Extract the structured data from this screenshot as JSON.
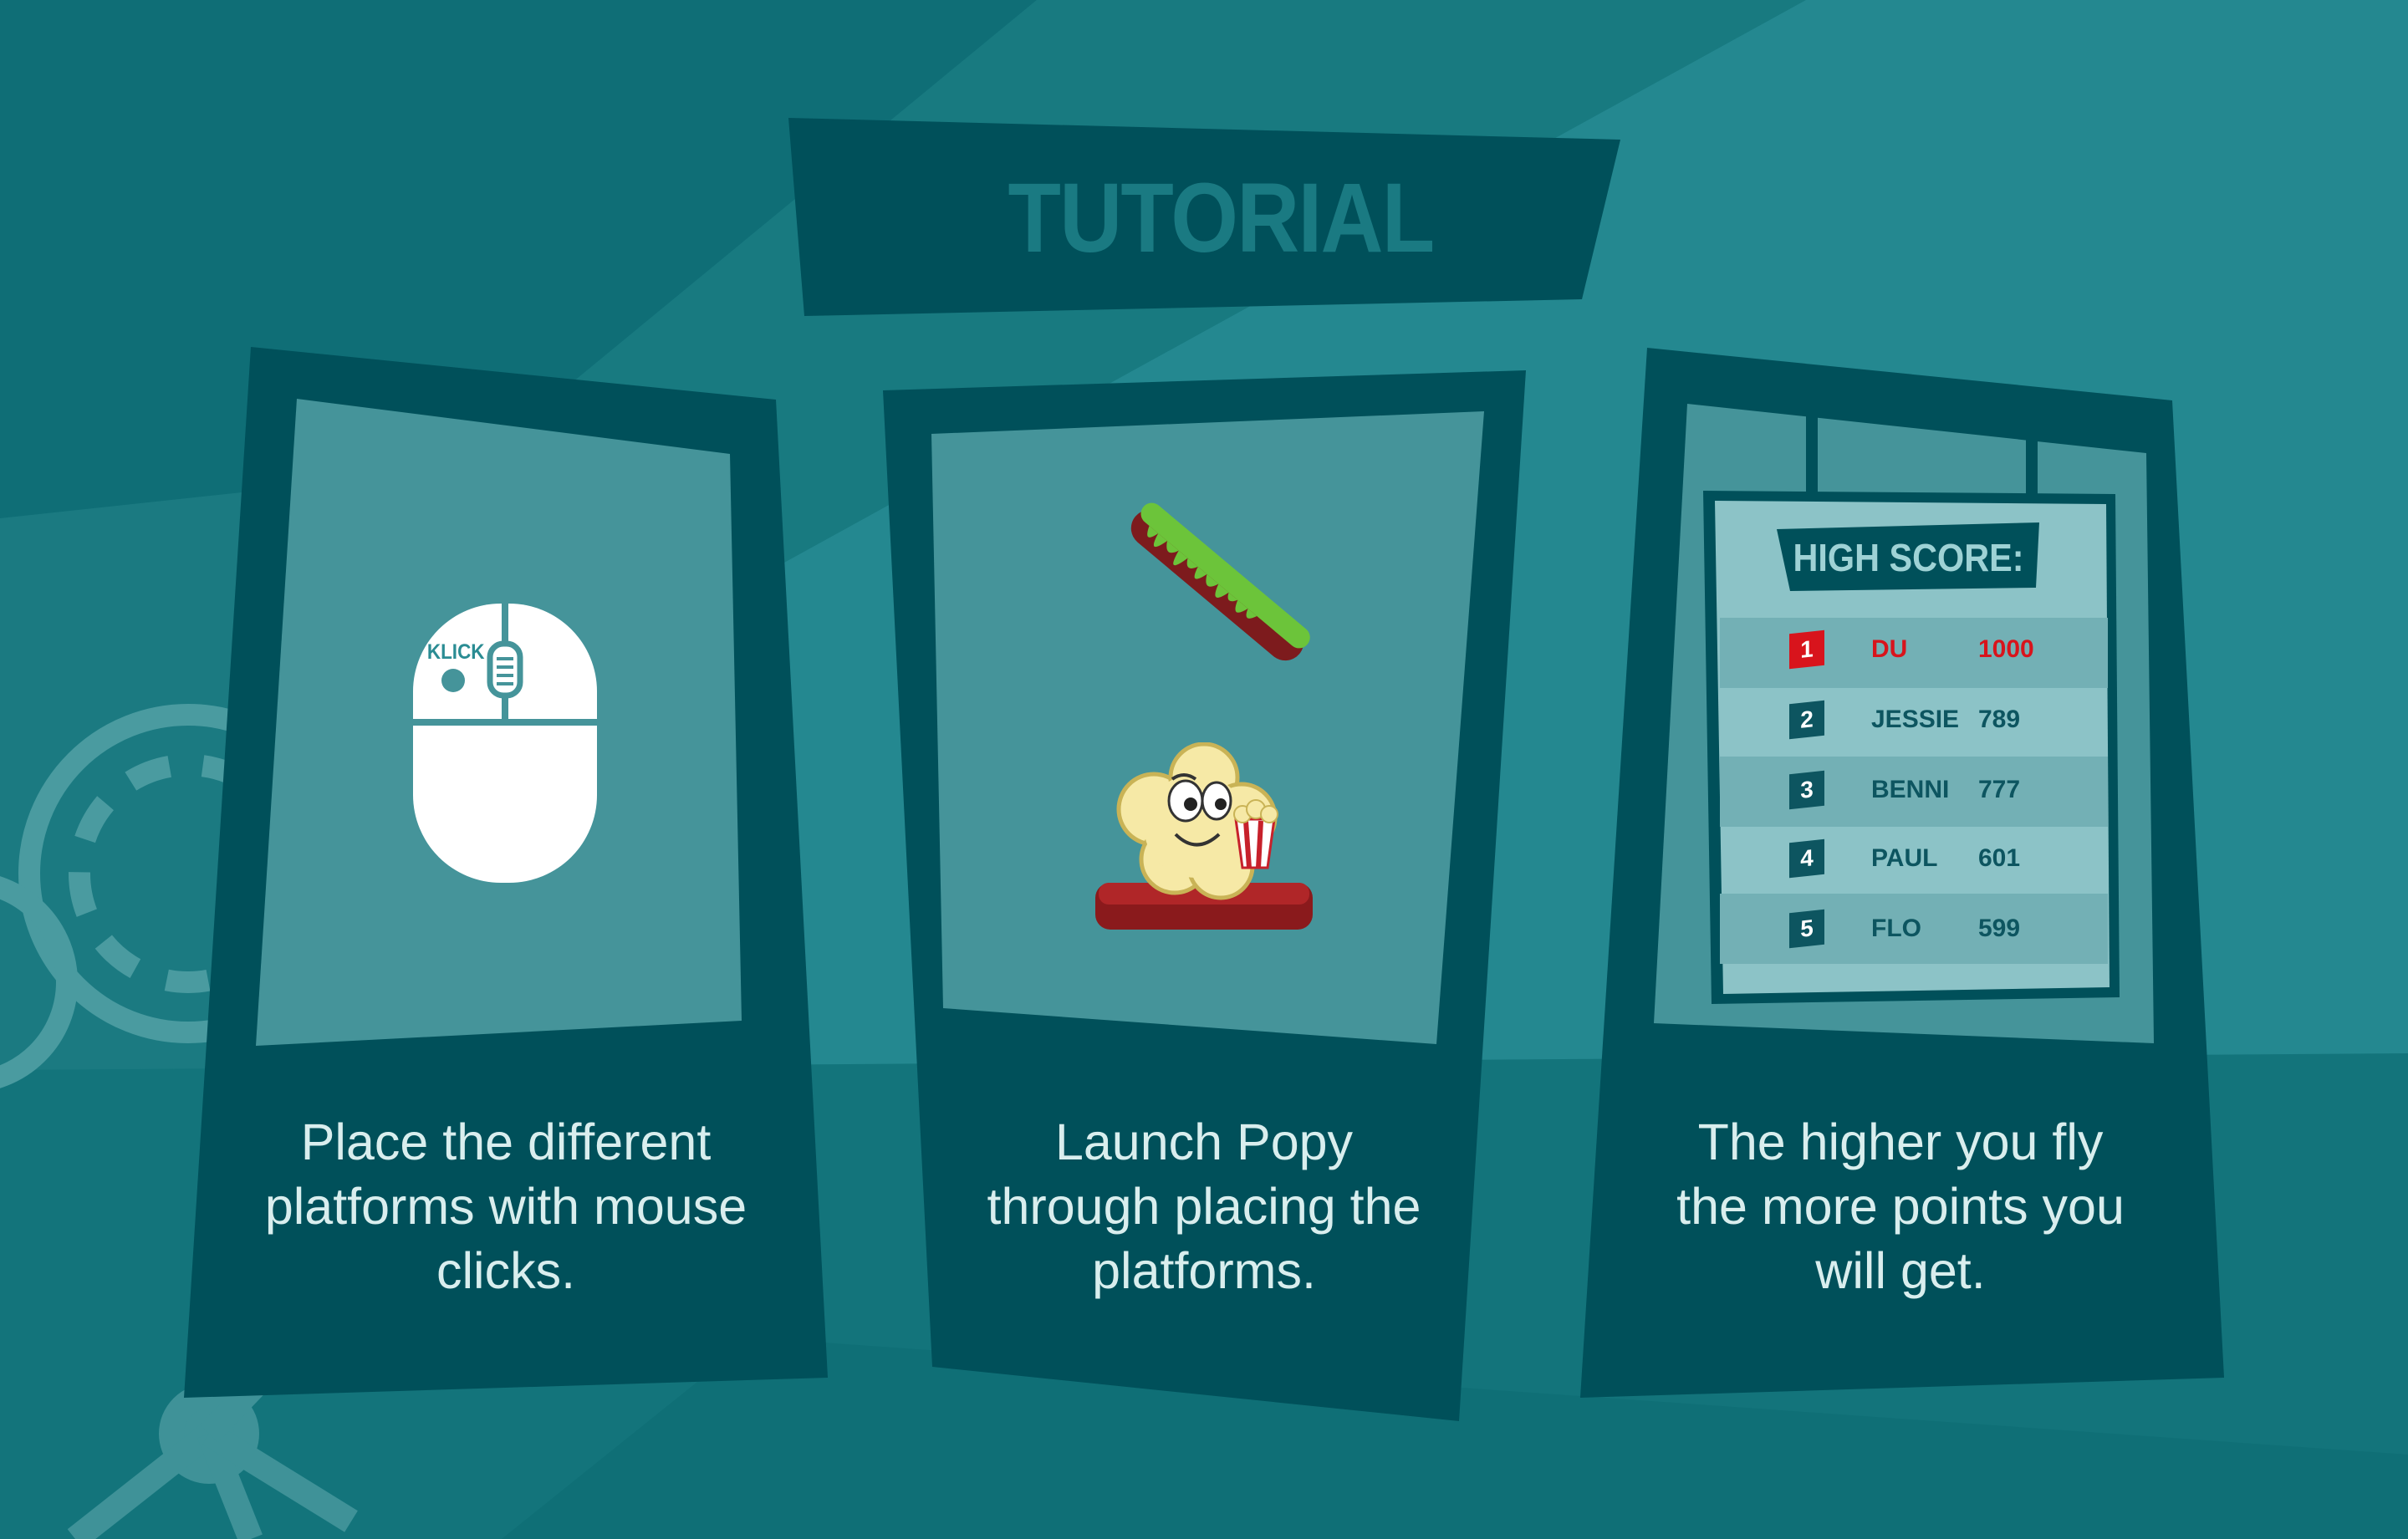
{
  "screen": {
    "title": "TUTORIAL"
  },
  "cards": [
    {
      "icon": "mouse-icon",
      "icon_label": "KLICK",
      "lines": [
        "Place the different",
        "platforms with mouse",
        "clicks."
      ]
    },
    {
      "icon": "popy-character",
      "lines": [
        "Launch Popy",
        "through placing the",
        "platforms."
      ]
    },
    {
      "icon": "high-score-board",
      "lines": [
        "The higher you fly",
        "the more points you",
        "will get."
      ]
    }
  ],
  "high_score": {
    "title": "HIGH SCORE:",
    "rows": [
      {
        "rank": "1",
        "name": "DU",
        "score": "1000"
      },
      {
        "rank": "2",
        "name": "JESSIE",
        "score": "789"
      },
      {
        "rank": "3",
        "name": "BENNI",
        "score": "777"
      },
      {
        "rank": "4",
        "name": "PAUL",
        "score": "601"
      },
      {
        "rank": "5",
        "name": "FLO",
        "score": "599"
      }
    ]
  },
  "colors": {
    "background": "#1a7b82",
    "panel_dark": "#00505a",
    "panel_light": "#45949a",
    "title_text": "#1a7a82",
    "highlight_red": "#d8141c"
  }
}
